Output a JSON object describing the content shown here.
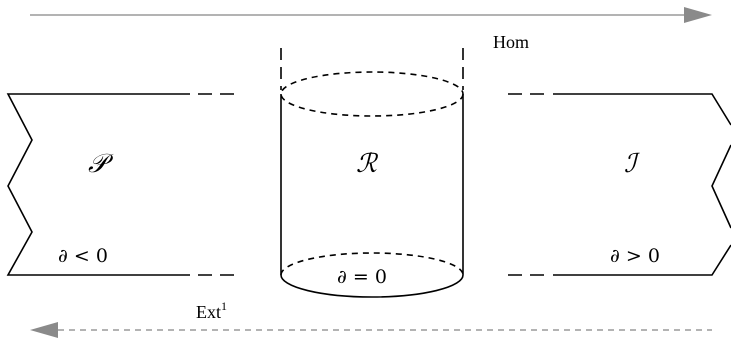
{
  "arrows": {
    "top_label": "Hom",
    "bottom_label": "Ext",
    "bottom_label_sup": "1",
    "arrow_color": "#8a8a8a"
  },
  "regions": {
    "left": {
      "symbol": "𝒫",
      "condition": "∂ < 0"
    },
    "center": {
      "symbol": "ℛ",
      "condition": "∂ = 0"
    },
    "right": {
      "symbol": "ℐ",
      "condition": "∂ > 0"
    }
  }
}
